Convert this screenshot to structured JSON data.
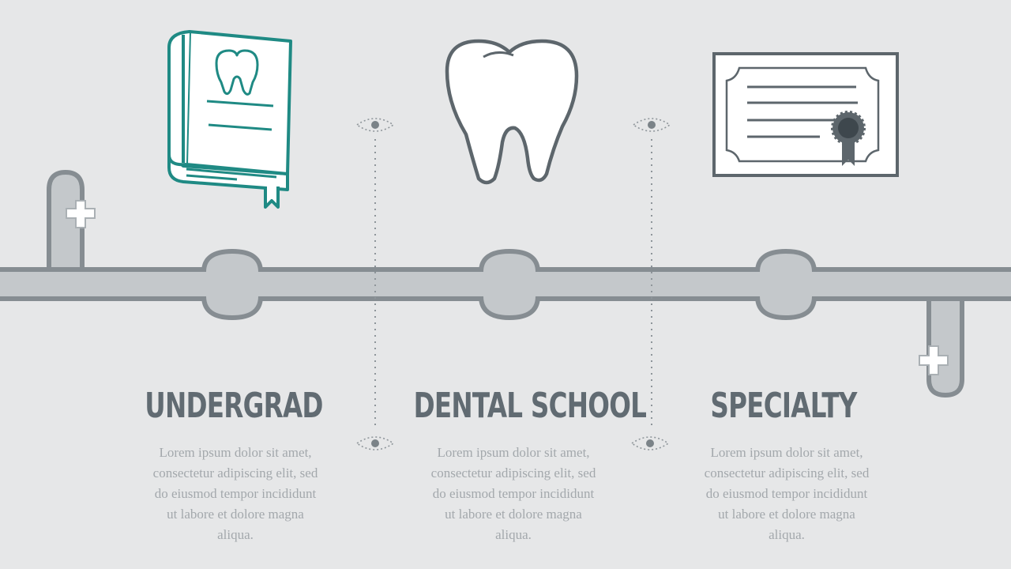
{
  "colors": {
    "background": "#e6e7e8",
    "track_fill": "#c4c8cb",
    "track_stroke": "#868d92",
    "teal_accent": "#1f8a84",
    "dark_gray": "#5d666c",
    "text_title": "#616b72",
    "text_body": "#a3a8ac"
  },
  "stages": [
    {
      "icon": "dental-textbook-icon",
      "title": "UNDERGRAD",
      "body": "Lorem ipsum dolor sit amet, consectetur adipiscing elit, sed do eiusmod tempor incididunt ut labore et dolore magna aliqua."
    },
    {
      "icon": "tooth-icon",
      "title": "DENTAL SCHOOL",
      "body": "Lorem ipsum dolor sit amet, consectetur adipiscing elit, sed do eiusmod tempor incididunt ut labore et dolore magna aliqua."
    },
    {
      "icon": "specialty-certificate-icon",
      "title": "SPECIALTY",
      "body": "Lorem ipsum dolor sit amet, consectetur adipiscing elit, sed do eiusmod tempor incididunt ut labore et dolore magna aliqua."
    }
  ]
}
